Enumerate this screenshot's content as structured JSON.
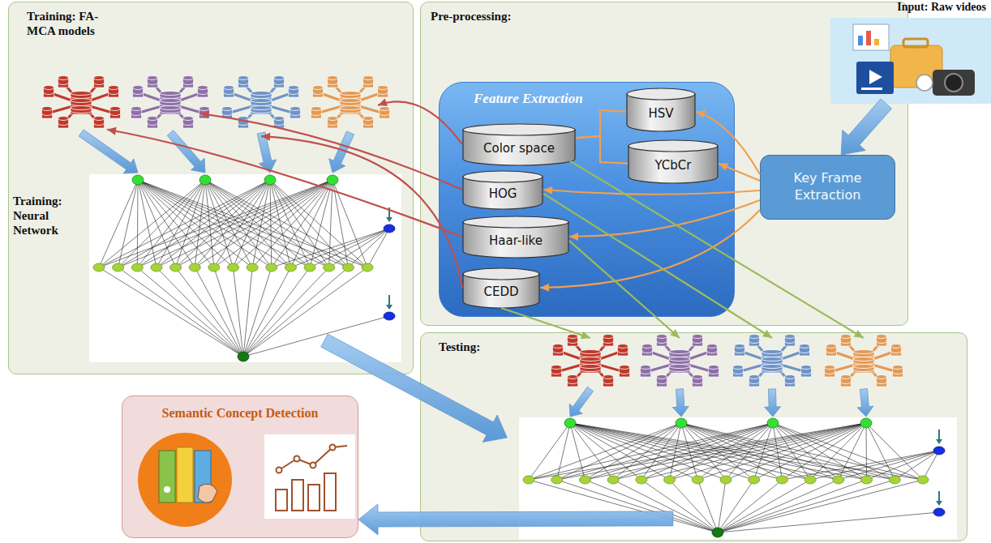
{
  "diagram": {
    "nodes": [
      {
        "text": [
          "Training: FA-MCA models",
          "Training: Neural Network"
        ]
      },
      {
        "text": [
          "Pre-processing:"
        ]
      },
      {
        "text": [
          "Feature Extraction"
        ],
        "in": 1
      },
      {
        "text": [
          "Color space"
        ],
        "in": 2
      },
      {
        "text": [
          "HSV"
        ],
        "in": 2
      },
      {
        "text": [
          "YCbCr"
        ],
        "in": 2
      },
      {
        "text": [
          "HOG"
        ],
        "in": 2
      },
      {
        "text": [
          "Haar-like"
        ],
        "in": 2
      },
      {
        "text": [
          "CEDD"
        ],
        "in": 2
      },
      {
        "text": [
          "Key Frame Extraction"
        ],
        "in": 1
      },
      {
        "text": [
          "Input: Raw videos"
        ]
      },
      {
        "text": [
          "Testing:"
        ]
      },
      {
        "text": [
          "Semantic Concept Detection"
        ]
      }
    ],
    "edges": [
      {
        "from": 10,
        "to": 9,
        "arrow": "to"
      },
      {
        "from": 9,
        "to": 4,
        "arrow": "to"
      },
      {
        "from": 9,
        "to": 5,
        "arrow": "to"
      },
      {
        "from": 9,
        "to": 6,
        "arrow": "to"
      },
      {
        "from": 9,
        "to": 7,
        "arrow": "to"
      },
      {
        "from": 9,
        "to": 8,
        "arrow": "to"
      },
      {
        "from": 3,
        "to": 4,
        "arrow": "none"
      },
      {
        "from": 3,
        "to": 5,
        "arrow": "none"
      },
      {
        "from": 3,
        "to": 0,
        "arrow": "to"
      },
      {
        "from": 6,
        "to": 0,
        "arrow": "to"
      },
      {
        "from": 7,
        "to": 0,
        "arrow": "to"
      },
      {
        "from": 8,
        "to": 0,
        "arrow": "to"
      },
      {
        "from": 8,
        "to": 11,
        "arrow": "to"
      },
      {
        "from": 7,
        "to": 11,
        "arrow": "to"
      },
      {
        "from": 6,
        "to": 11,
        "arrow": "to"
      },
      {
        "from": 3,
        "to": 11,
        "arrow": "to"
      },
      {
        "from": 0,
        "to": 11,
        "arrow": "to"
      },
      {
        "from": 11,
        "to": 12,
        "arrow": "to"
      }
    ]
  }
}
